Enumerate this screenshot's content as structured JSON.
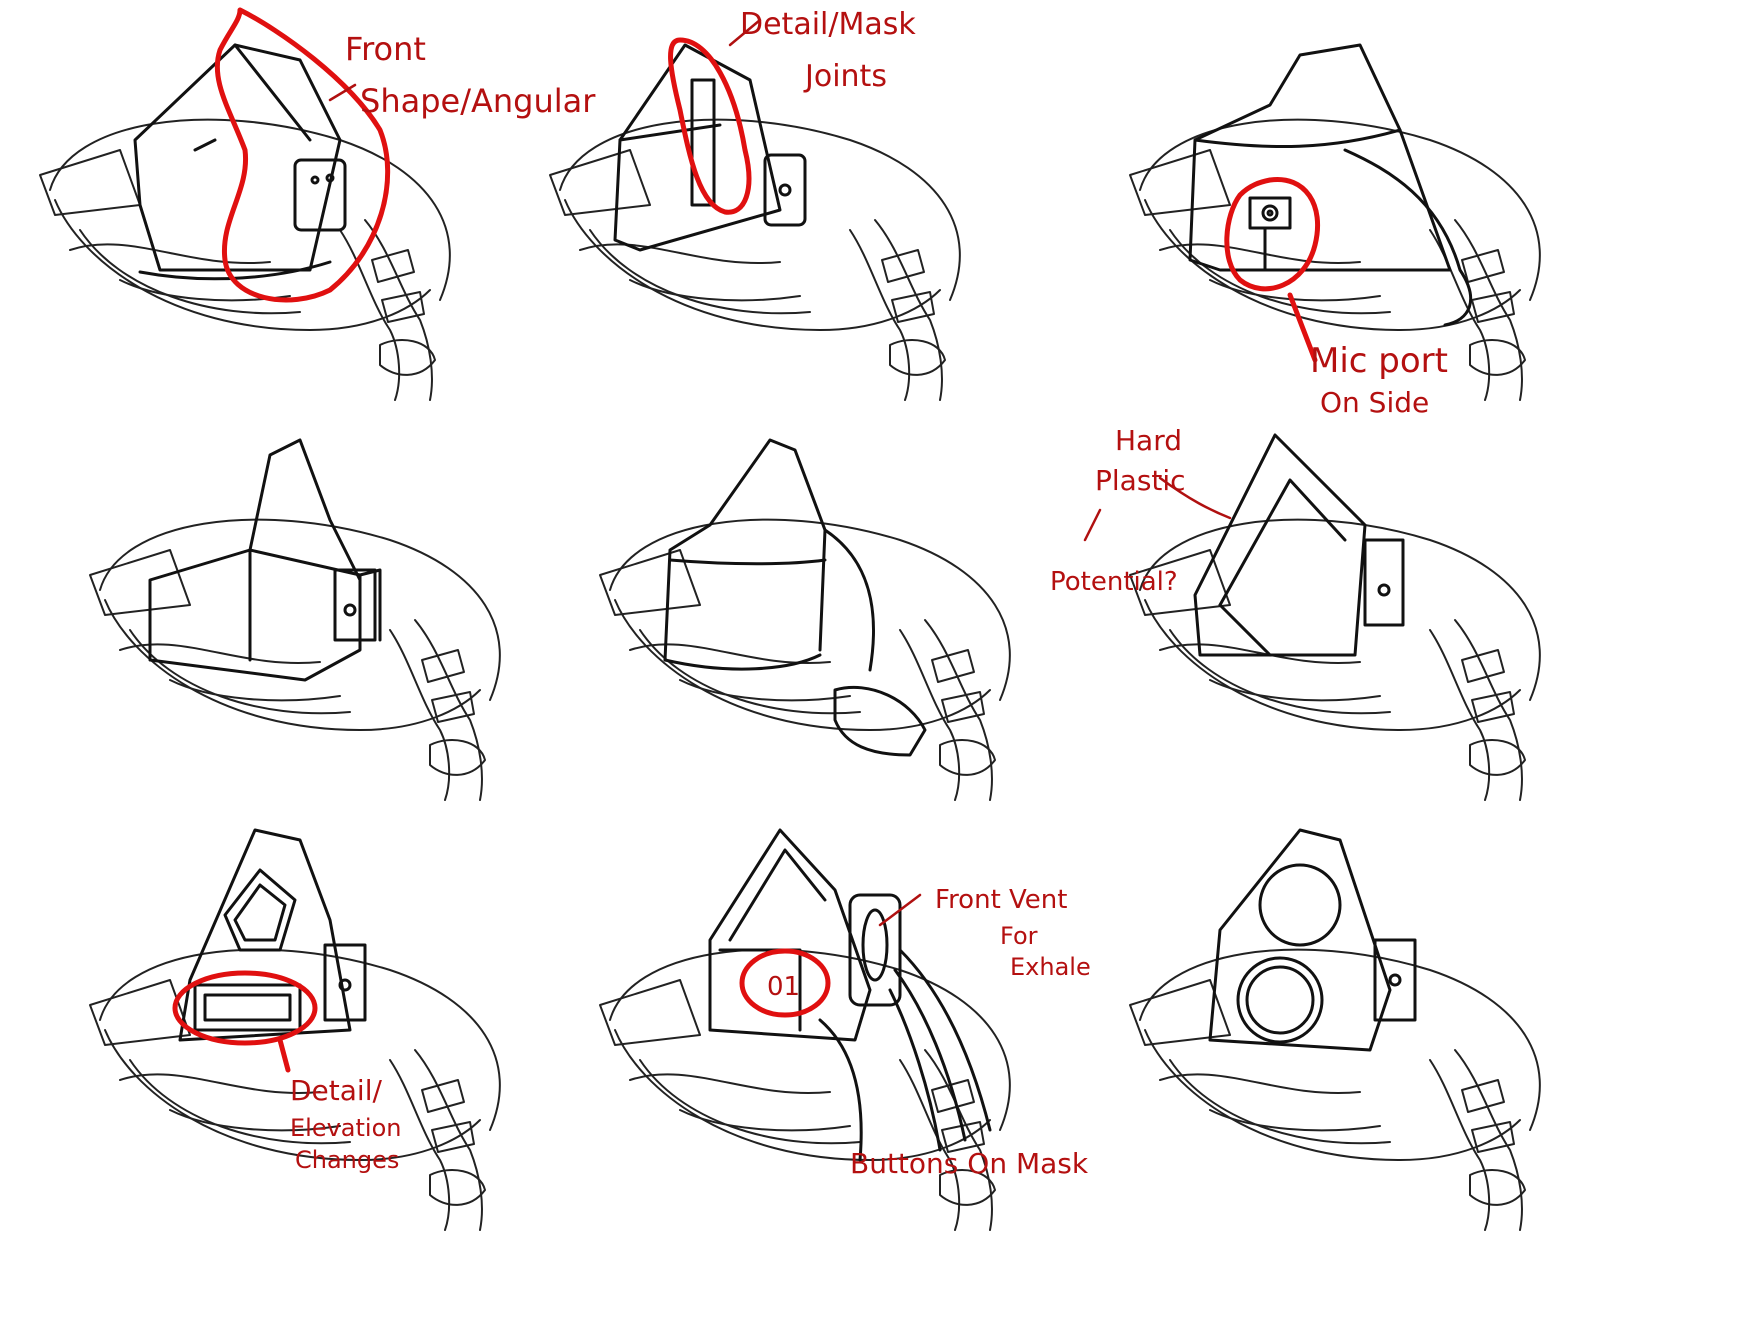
{
  "annotations": {
    "front_shape": [
      "Front",
      "Shape/Angular"
    ],
    "mask_joints": [
      "Detail/Mask",
      "Joints"
    ],
    "mic_port": [
      "Mic port",
      "On Side"
    ],
    "hard_plastic": [
      "Hard",
      "Plastic",
      "Potential?"
    ],
    "elevation": [
      "Detail/",
      "Elevation",
      "Changes"
    ],
    "front_vent": [
      "Front Vent",
      "For",
      "Exhale"
    ],
    "buttons": "Buttons On Mask",
    "button_marks": "01"
  },
  "colors": {
    "ink": "#111111",
    "annotation": "#b41010",
    "circle": "#e01010",
    "paper": "#ffffff"
  }
}
